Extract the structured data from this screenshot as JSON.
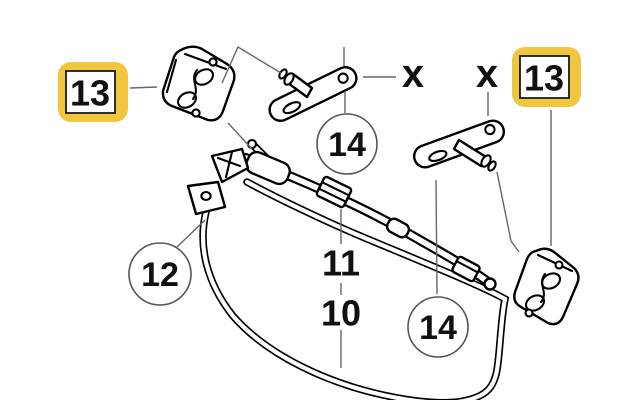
{
  "colors": {
    "highlight": "#F0C63F",
    "ink": "#000000",
    "leader": "#666666",
    "paper": "#FFFFFF"
  },
  "callouts": {
    "left_mount": {
      "label": "13"
    },
    "right_mount": {
      "label": "13"
    },
    "top_bracket": {
      "label": "14"
    },
    "bottom_bracket": {
      "label": "14"
    },
    "frame_bracket": {
      "label": "12"
    },
    "pipe": {
      "label": "11"
    },
    "frame": {
      "label": "10"
    },
    "mark_left": {
      "label": "x"
    },
    "mark_right": {
      "label": "x"
    }
  }
}
